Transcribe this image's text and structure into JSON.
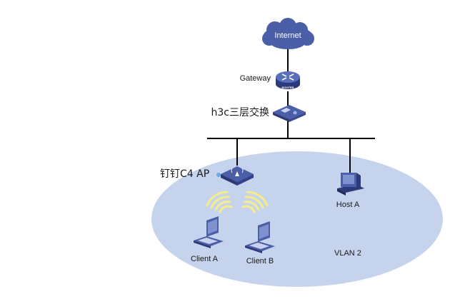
{
  "diagram": {
    "colors": {
      "vlan_area": "#c5d3ec",
      "device_blue": "#4b5fa8",
      "device_dark": "#2d3a7a",
      "device_light": "#7f92d0",
      "signal": "#f5ec8a",
      "line": "#000000"
    },
    "nodes": {
      "internet": {
        "label": "Internet",
        "icon": "cloud-icon"
      },
      "gateway": {
        "label": "Gateway",
        "icon": "router-icon",
        "badge": "ROUTER"
      },
      "core_switch": {
        "label": "h3c三层交换",
        "icon": "switch-icon"
      },
      "ap": {
        "label": "钉钉C4 AP",
        "icon": "wireless-ap-icon"
      },
      "host_a": {
        "label": "Host A",
        "icon": "desktop-pc-icon"
      },
      "client_a": {
        "label": "Client A",
        "icon": "laptop-icon"
      },
      "client_b": {
        "label": "Client B",
        "icon": "laptop-icon"
      }
    },
    "vlan": {
      "label": "VLAN 2"
    },
    "links": [
      {
        "from": "internet",
        "to": "gateway"
      },
      {
        "from": "gateway",
        "to": "core_switch"
      },
      {
        "from": "core_switch",
        "to": "bus"
      },
      {
        "from": "bus",
        "to": "ap"
      },
      {
        "from": "bus",
        "to": "host_a"
      }
    ]
  }
}
